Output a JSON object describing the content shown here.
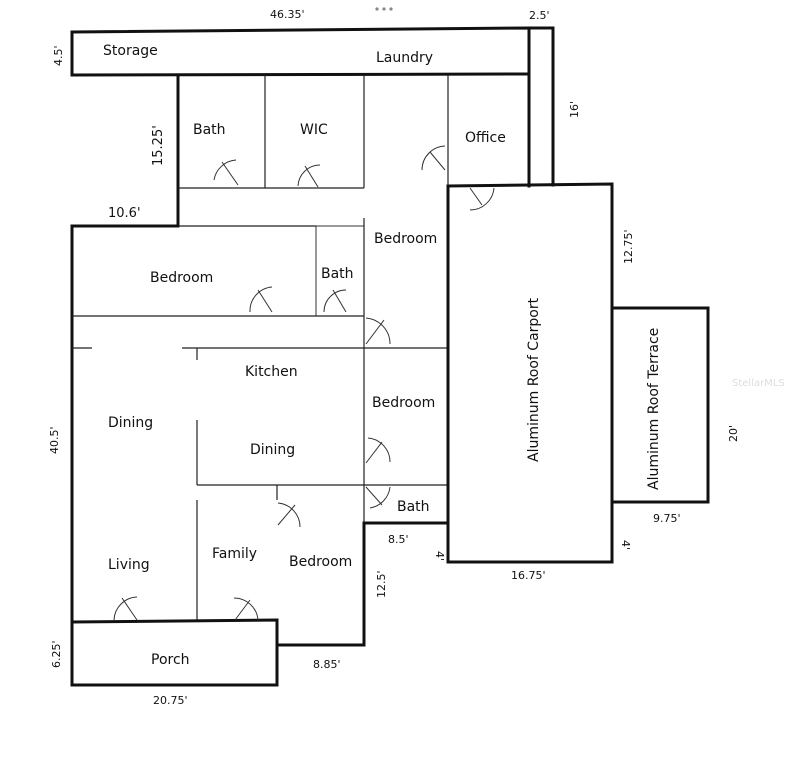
{
  "rooms": {
    "storage": "Storage",
    "laundry": "Laundry",
    "bath_top": "Bath",
    "wic": "WIC",
    "office": "Office",
    "bedroom_center": "Bedroom",
    "bedroom_left": "Bedroom",
    "bath_mid": "Bath",
    "kitchen": "Kitchen",
    "dining_left": "Dining",
    "dining_center": "Dining",
    "bedroom_right": "Bedroom",
    "bath_bottom": "Bath",
    "living": "Living",
    "family": "Family",
    "bedroom_bottom": "Bedroom",
    "porch": "Porch",
    "carport": "Aluminum Roof Carport",
    "terrace": "Aluminum Roof Terrace"
  },
  "dimensions": {
    "top_width": "46.35'",
    "strip_width": "2.5'",
    "storage_depth": "4.5'",
    "strip_length": "16'",
    "bath_wing_depth": "15.25'",
    "left_offset": "10.6'",
    "carport_upper": "12.75'",
    "left_length": "40.5'",
    "terrace_length": "20'",
    "terrace_width": "9.75'",
    "bath_offset_width": "8.5'",
    "bath_offset_depth": "4'",
    "carport_offset": "4'",
    "carport_width": "16.75'",
    "bedroom_depth": "12.5'",
    "porch_depth": "6.25'",
    "bedroom_width": "8.85'",
    "porch_width": "20.75'"
  },
  "watermark": "StellarMLS",
  "menu_icon": "more-dots-icon"
}
